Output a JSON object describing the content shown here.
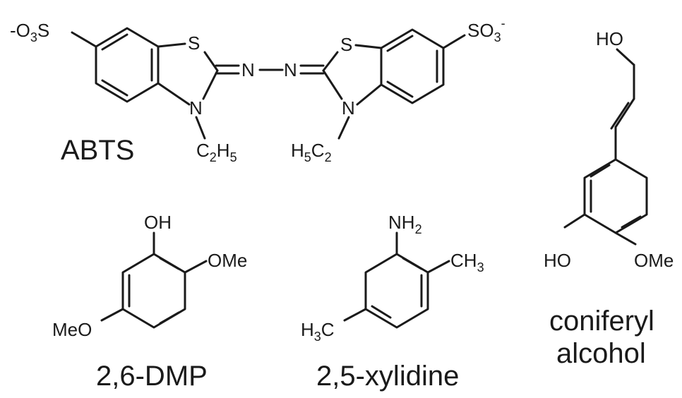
{
  "compounds": {
    "abts": {
      "name": "ABTS",
      "sulfonate_left": {
        "main1": "-O",
        "sub1": "3",
        "main2": "S"
      },
      "sulfonate_right": {
        "main1": "SO",
        "sub1": "3",
        "sup": "-"
      },
      "sulfur": "S",
      "nitrogen": "N",
      "ethyl_left": {
        "main1": "C",
        "sub1": "2",
        "main2": "H",
        "sub2": "5"
      },
      "ethyl_right": {
        "main1": "H",
        "sub1": "5",
        "main2": "C",
        "sub2": "2"
      }
    },
    "dmp": {
      "name": "2,6-DMP",
      "hydroxyl": "OH",
      "methoxy_right": "OMe",
      "methoxy_left": "MeO"
    },
    "xylidine": {
      "name": "2,5-xylidine",
      "amine": {
        "main": "NH",
        "sub": "2"
      },
      "methyl_right": {
        "main": "CH",
        "sub": "3"
      },
      "methyl_left": {
        "main1": "H",
        "sub1": "3",
        "main2": "C"
      }
    },
    "coniferyl": {
      "name_line1": "coniferyl",
      "name_line2": "alcohol",
      "hydroxyl_top": "HO",
      "hydroxyl_ring": "HO",
      "methoxy": "OMe"
    }
  },
  "colors": {
    "ink": "#1a1a1a",
    "background": "#ffffff"
  }
}
